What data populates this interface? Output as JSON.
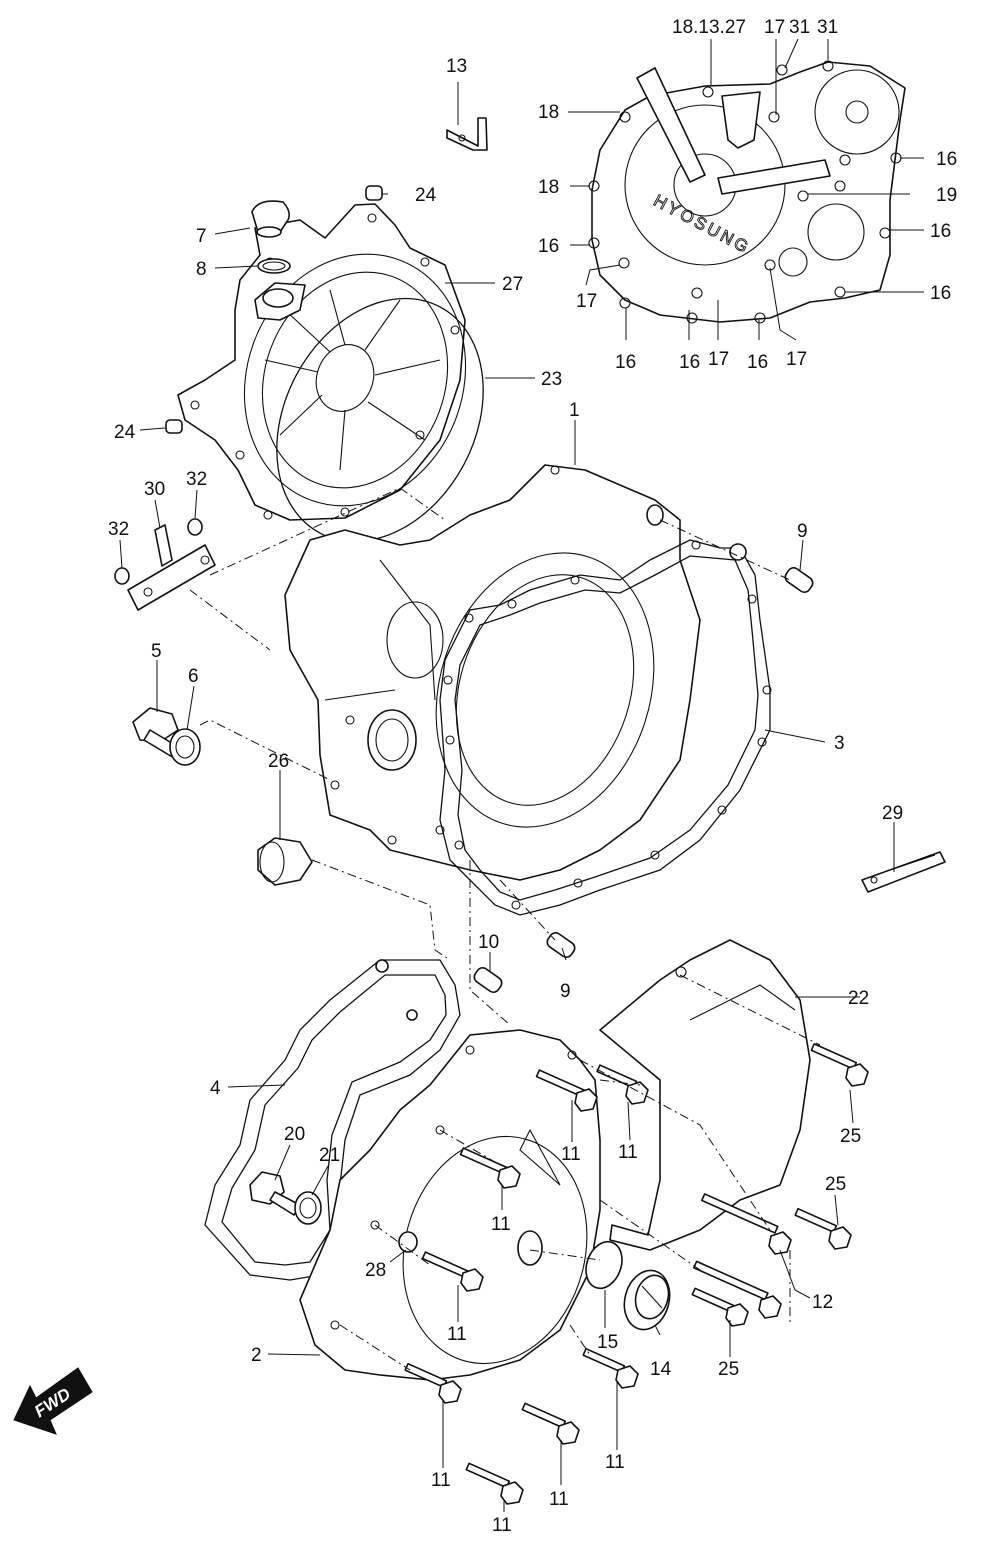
{
  "diagram": {
    "brand_text": "HYOSUNG",
    "forward_arrow_text": "FWD",
    "callouts": [
      {
        "id": "c13a",
        "text": "13"
      },
      {
        "id": "c18_13_27",
        "text": "18.13.27"
      },
      {
        "id": "c17a",
        "text": "17"
      },
      {
        "id": "c31a",
        "text": "31"
      },
      {
        "id": "c31b",
        "text": "31"
      },
      {
        "id": "c18a",
        "text": "18"
      },
      {
        "id": "c16a",
        "text": "16"
      },
      {
        "id": "c24a",
        "text": "24"
      },
      {
        "id": "c18b",
        "text": "18"
      },
      {
        "id": "c19",
        "text": "19"
      },
      {
        "id": "c7",
        "text": "7"
      },
      {
        "id": "c16b",
        "text": "16"
      },
      {
        "id": "c16c",
        "text": "16"
      },
      {
        "id": "c8",
        "text": "8"
      },
      {
        "id": "c27",
        "text": "27"
      },
      {
        "id": "c17b",
        "text": "17"
      },
      {
        "id": "c16d",
        "text": "16"
      },
      {
        "id": "c16e",
        "text": "16"
      },
      {
        "id": "c16f",
        "text": "16"
      },
      {
        "id": "c17c",
        "text": "17"
      },
      {
        "id": "c16g",
        "text": "16"
      },
      {
        "id": "c17d",
        "text": "17"
      },
      {
        "id": "c23",
        "text": "23"
      },
      {
        "id": "c1",
        "text": "1"
      },
      {
        "id": "c24b",
        "text": "24"
      },
      {
        "id": "c32a",
        "text": "32"
      },
      {
        "id": "c30",
        "text": "30"
      },
      {
        "id": "c32b",
        "text": "32"
      },
      {
        "id": "c9a",
        "text": "9"
      },
      {
        "id": "c5",
        "text": "5"
      },
      {
        "id": "c6",
        "text": "6"
      },
      {
        "id": "c3",
        "text": "3"
      },
      {
        "id": "c26",
        "text": "26"
      },
      {
        "id": "c29",
        "text": "29"
      },
      {
        "id": "c10",
        "text": "10"
      },
      {
        "id": "c9b",
        "text": "9"
      },
      {
        "id": "c22",
        "text": "22"
      },
      {
        "id": "c4",
        "text": "4"
      },
      {
        "id": "c25a",
        "text": "25"
      },
      {
        "id": "c11a",
        "text": "11"
      },
      {
        "id": "c11b",
        "text": "11"
      },
      {
        "id": "c20",
        "text": "20"
      },
      {
        "id": "c21",
        "text": "21"
      },
      {
        "id": "c11c",
        "text": "11"
      },
      {
        "id": "c25b",
        "text": "25"
      },
      {
        "id": "c28",
        "text": "28"
      },
      {
        "id": "c12",
        "text": "12"
      },
      {
        "id": "c11d",
        "text": "11"
      },
      {
        "id": "c15",
        "text": "15"
      },
      {
        "id": "c14",
        "text": "14"
      },
      {
        "id": "c25c",
        "text": "25"
      },
      {
        "id": "c2",
        "text": "2"
      },
      {
        "id": "c11e",
        "text": "11"
      },
      {
        "id": "c11f",
        "text": "11"
      },
      {
        "id": "c11g",
        "text": "11"
      },
      {
        "id": "c11h",
        "text": "11"
      }
    ]
  }
}
